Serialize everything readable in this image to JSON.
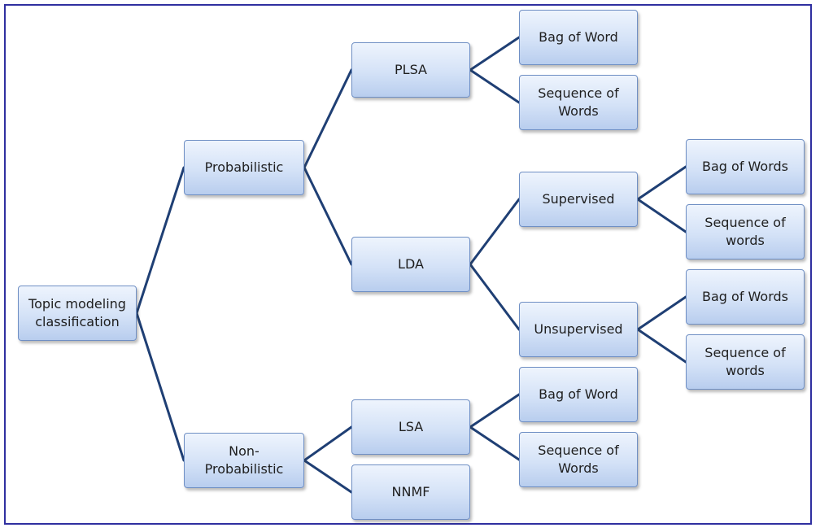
{
  "diagram": {
    "nodes": {
      "root": "Topic modeling\nclassification",
      "probabilistic": "Probabilistic",
      "non_probabilistic": "Non-\nProbabilistic",
      "plsa": "PLSA",
      "lda": "LDA",
      "lsa": "LSA",
      "nnmf": "NNMF",
      "plsa_bag": "Bag of Word",
      "plsa_seq": "Sequence of\nWords",
      "supervised": "Supervised",
      "unsupervised": "Unsupervised",
      "sup_bag": "Bag of Words",
      "sup_seq": "Sequence of\nwords",
      "unsup_bag": "Bag of Words",
      "unsup_seq": "Sequence of\nwords",
      "lsa_bag": "Bag of Word",
      "lsa_seq": "Sequence of\nWords"
    },
    "edges": [
      [
        "root",
        "probabilistic"
      ],
      [
        "root",
        "non_probabilistic"
      ],
      [
        "probabilistic",
        "plsa"
      ],
      [
        "probabilistic",
        "lda"
      ],
      [
        "plsa",
        "plsa_bag"
      ],
      [
        "plsa",
        "plsa_seq"
      ],
      [
        "lda",
        "supervised"
      ],
      [
        "lda",
        "unsupervised"
      ],
      [
        "supervised",
        "sup_bag"
      ],
      [
        "supervised",
        "sup_seq"
      ],
      [
        "unsupervised",
        "unsup_bag"
      ],
      [
        "unsupervised",
        "unsup_seq"
      ],
      [
        "non_probabilistic",
        "lsa"
      ],
      [
        "non_probabilistic",
        "nnmf"
      ],
      [
        "lsa",
        "lsa_bag"
      ],
      [
        "lsa",
        "lsa_seq"
      ]
    ]
  }
}
